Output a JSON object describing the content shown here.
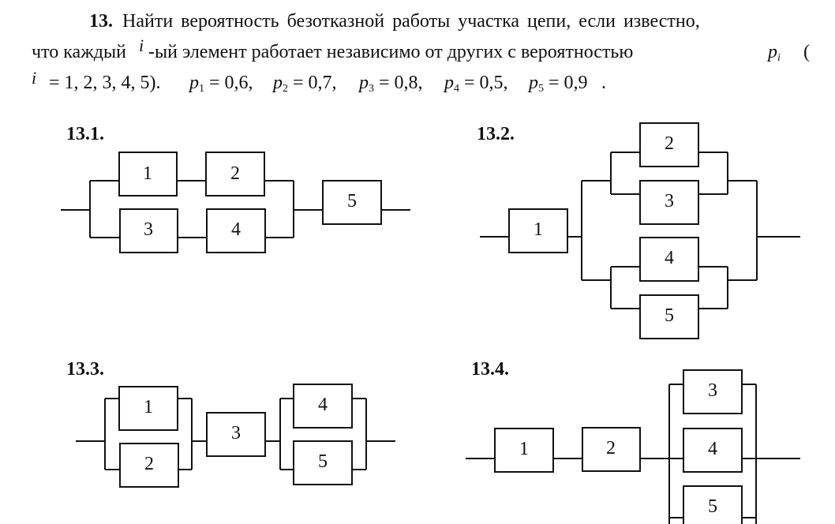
{
  "problem": {
    "number": "13.",
    "line1_text": "Найти вероятность безотказной работы участка цепи, если известно,",
    "line2_a": "что каждый",
    "line2_var": "i",
    "line2_b": "-ый  элемент работает независимо от других с вероятностью",
    "line2_p": "p",
    "line2_psub": "i",
    "line2_paren": "(",
    "line3_var": "i",
    "line3_range": "= 1, 2, 3, 4, 5).",
    "probabilities": [
      {
        "sym": "p",
        "sub": "1",
        "eq": "= 0,6,"
      },
      {
        "sym": "p",
        "sub": "2",
        "eq": "= 0,7,"
      },
      {
        "sym": "p",
        "sub": "3",
        "eq": "= 0,8,"
      },
      {
        "sym": "p",
        "sub": "4",
        "eq": "= 0,5,"
      },
      {
        "sym": "p",
        "sub": "5",
        "eq": "= 0,9"
      }
    ],
    "end_period": "."
  },
  "diagrams": [
    {
      "label": "13.1.",
      "elements": [
        "1",
        "2",
        "3",
        "4",
        "5"
      ]
    },
    {
      "label": "13.2.",
      "elements": [
        "1",
        "2",
        "3",
        "4",
        "5"
      ]
    },
    {
      "label": "13.3.",
      "elements": [
        "1",
        "2",
        "3",
        "4",
        "5"
      ]
    },
    {
      "label": "13.4.",
      "elements": [
        "1",
        "2",
        "3",
        "4",
        "5"
      ]
    }
  ]
}
